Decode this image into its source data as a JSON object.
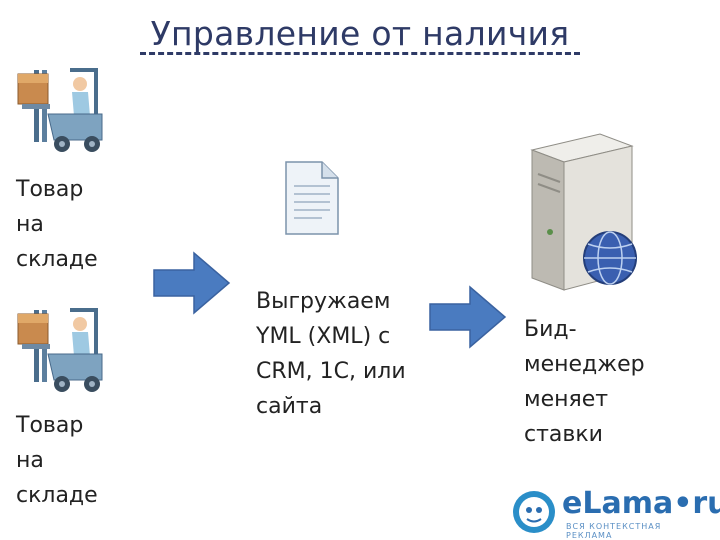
{
  "title": "Управление от наличия",
  "nodes": {
    "warehouse_top": {
      "label": "Товар\nна\nскладе",
      "icon": "forklift-icon"
    },
    "warehouse_bottom": {
      "label": "Товар\nна\nскладе",
      "icon": "forklift-icon"
    },
    "export": {
      "label": "Выгружаем\nYML (XML) с\nCRM, 1C, или\nсайта",
      "icon": "document-icon"
    },
    "manager": {
      "label": "Бид-\nменеджер\nменяет\nставки",
      "icon": "server-globe-icon"
    }
  },
  "logo": {
    "text": "eLama•ru",
    "subtitle": "ВСЯ КОНТЕКСТНАЯ РЕКЛАМА"
  },
  "colors": {
    "arrow": "#4a7bc0",
    "title": "#2e3a66",
    "logo": "#2a6db0"
  }
}
